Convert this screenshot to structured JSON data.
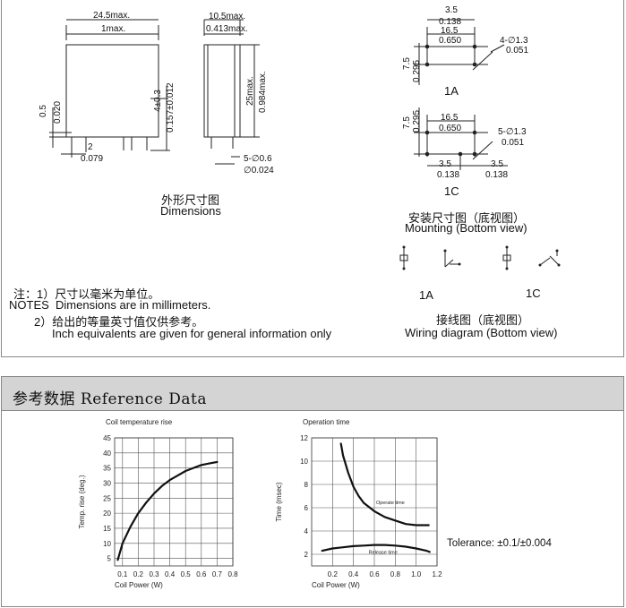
{
  "dimensions": {
    "top_dims": [
      "24.5max.",
      "1max.",
      "10.5max.",
      "0.413max."
    ],
    "side_dims": [
      "0.5",
      "0.020",
      "4±0.3",
      "0.157±0.012",
      "25max.",
      "0.984max."
    ],
    "bottom_dims": [
      "2",
      "0.079",
      "5-∅0.6",
      "∅0.024"
    ],
    "caption_cn": "外形尺寸图",
    "caption_en": "Dimensions"
  },
  "mounting": {
    "a_dims": [
      "3.5",
      "0.138",
      "16.5",
      "0.650",
      "4-∅1.3",
      "0.051",
      "7.5",
      "0.295"
    ],
    "a_label": "1A",
    "c_dims": [
      "16.5",
      "0.650",
      "7.5",
      "0.295",
      "5-∅1.3",
      "0.051",
      "3.5",
      "0.138",
      "3.5",
      "0.138"
    ],
    "c_label": "1C",
    "caption_cn": "安装尺寸图（底视图）",
    "caption_en": "Mounting (Bottom view)"
  },
  "wiring": {
    "label_a": "1A",
    "label_c": "1C",
    "caption_cn": "接线图（底视图）",
    "caption_en": "Wiring diagram (Bottom view)"
  },
  "notes": {
    "line1": "注：1）尺寸以毫米为单位。",
    "line2_prefix": "NOTES",
    "line2_text": "Dimensions are in millimeters.",
    "line3": "2）给出的等量英寸值仅供参考。",
    "line4": "Inch equivalents are given for general information only"
  },
  "reference": {
    "header": "参考数据 Reference Data",
    "tolerance": "Tolerance: ±0.1/±0.004"
  },
  "chart_data": [
    {
      "type": "line",
      "title": "Coil temperature rise",
      "xlabel": "Coil Power (W)",
      "ylabel": "Temp. rise (deg.)",
      "xlim": [
        0.05,
        0.8
      ],
      "ylim": [
        2.5,
        45
      ],
      "xticks": [
        "0.1",
        "0.2",
        "0.3",
        "0.4",
        "0.5",
        "0.6",
        "0.7",
        "0.8"
      ],
      "yticks": [
        "5",
        "10",
        "15",
        "20",
        "25",
        "30",
        "35",
        "40",
        "45"
      ],
      "grid": true,
      "series": [
        {
          "x": [
            0.07,
            0.1,
            0.15,
            0.2,
            0.25,
            0.3,
            0.35,
            0.4,
            0.45,
            0.5,
            0.55,
            0.6,
            0.65,
            0.7
          ],
          "y": [
            4.5,
            10,
            15.5,
            20,
            23.5,
            26.5,
            29,
            31,
            32.5,
            34,
            35,
            36,
            36.5,
            37
          ]
        }
      ]
    },
    {
      "type": "line",
      "title": "Operation time",
      "xlabel": "Coil Power (W)",
      "ylabel": "Time (msec)",
      "xlim": [
        0,
        1.2
      ],
      "ylim": [
        1,
        12
      ],
      "xticks": [
        "0.2",
        "0.4",
        "0.6",
        "0.8",
        "1.0",
        "1.2"
      ],
      "yticks": [
        "2",
        "4",
        "6",
        "8",
        "10",
        "12"
      ],
      "grid": true,
      "series": [
        {
          "name": "Operate time",
          "x": [
            0.28,
            0.3,
            0.35,
            0.4,
            0.45,
            0.5,
            0.6,
            0.7,
            0.8,
            0.9,
            1.0,
            1.05,
            1.12
          ],
          "y": [
            11.5,
            10.5,
            9,
            7.8,
            7,
            6.4,
            5.7,
            5.2,
            4.9,
            4.6,
            4.5,
            4.5,
            4.5
          ]
        },
        {
          "name": "Release time",
          "x": [
            0.1,
            0.2,
            0.3,
            0.4,
            0.5,
            0.6,
            0.7,
            0.8,
            0.9,
            1.0,
            1.1,
            1.13
          ],
          "y": [
            2.3,
            2.5,
            2.6,
            2.7,
            2.75,
            2.8,
            2.8,
            2.75,
            2.65,
            2.5,
            2.3,
            2.2
          ]
        }
      ]
    }
  ]
}
